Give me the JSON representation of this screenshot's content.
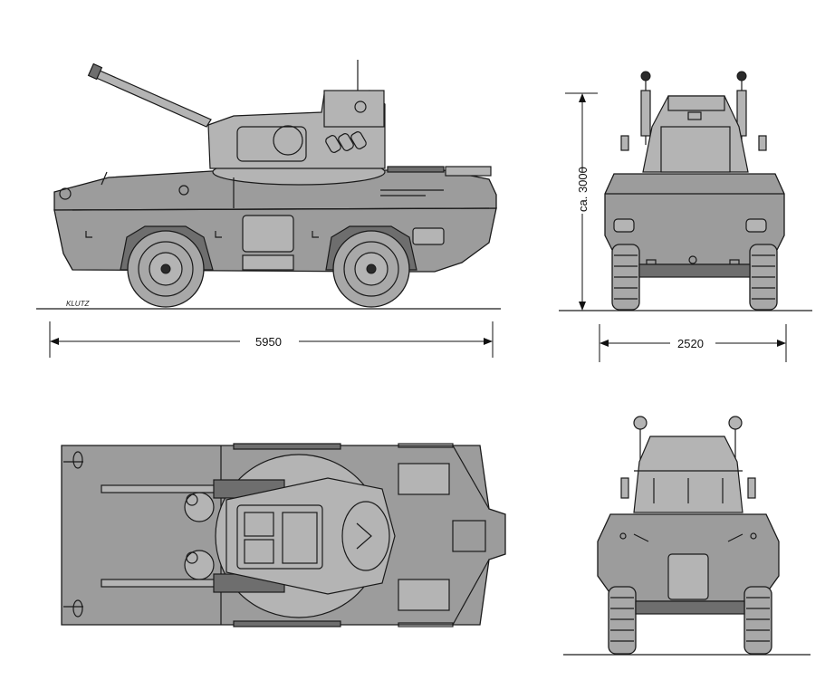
{
  "drawing": {
    "signature": "KLUTZ",
    "dimensions": {
      "length": "5950",
      "width": "2520",
      "height": "ca. 3000"
    },
    "views": [
      "side-view",
      "front-view",
      "top-view",
      "rear-view"
    ],
    "colors": {
      "body": "#9c9c9c",
      "light": "#b4b4b4",
      "dark": "#6e6e6e",
      "line": "#1a1a1a",
      "paper": "#ffffff"
    }
  }
}
